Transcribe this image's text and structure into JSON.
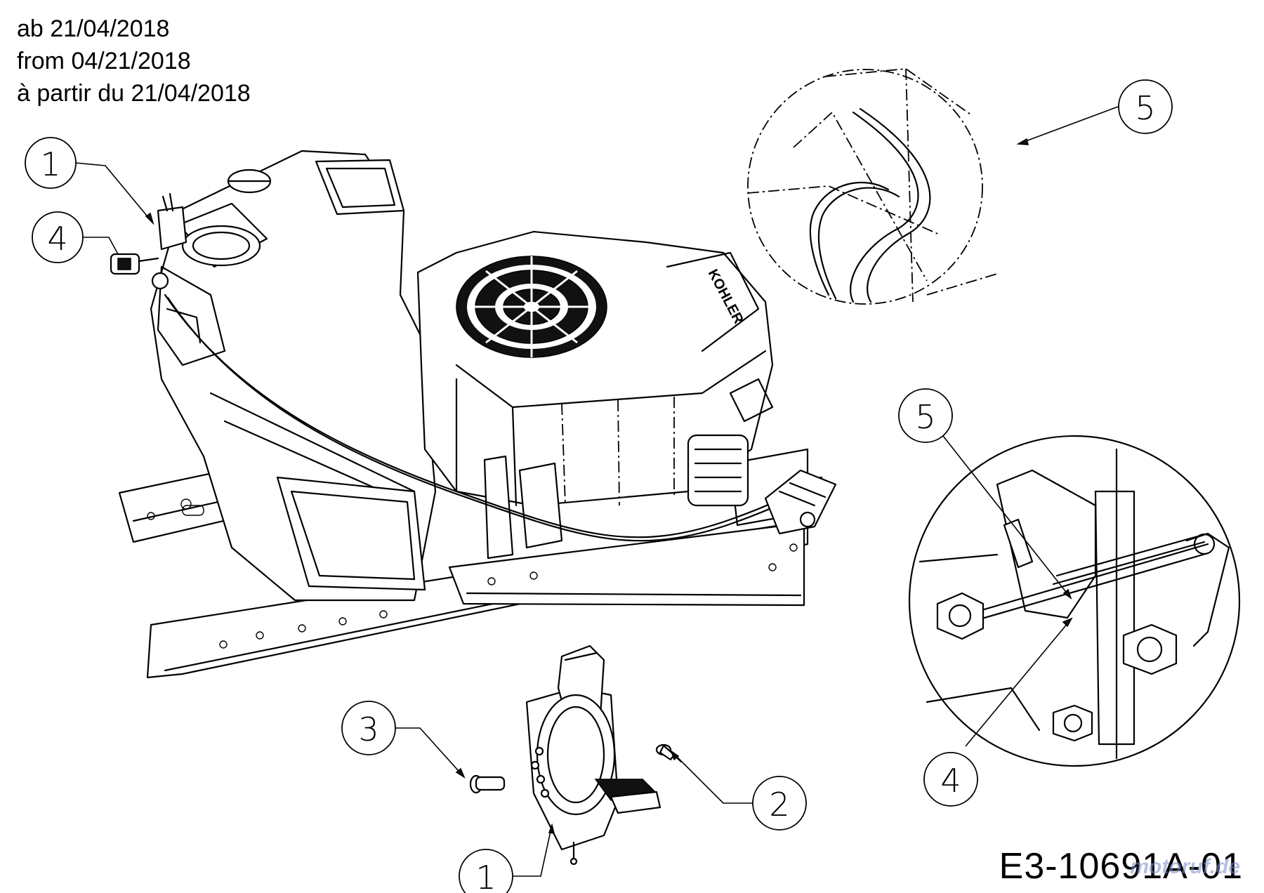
{
  "date_notes": [
    "ab 21/04/2018",
    "from 04/21/2018",
    "à partir du 21/04/2018"
  ],
  "engine_brand": "KOHLER",
  "figure_id": "E3-10691A-01",
  "watermark": "motoruf.de",
  "callouts": {
    "c1_top": "1",
    "c4_left": "4",
    "c5_top_detail": "5",
    "c5_bottom_detail": "5",
    "c4_bottom_detail": "4",
    "c3": "3",
    "c2": "2",
    "c1_bottom": "1"
  }
}
